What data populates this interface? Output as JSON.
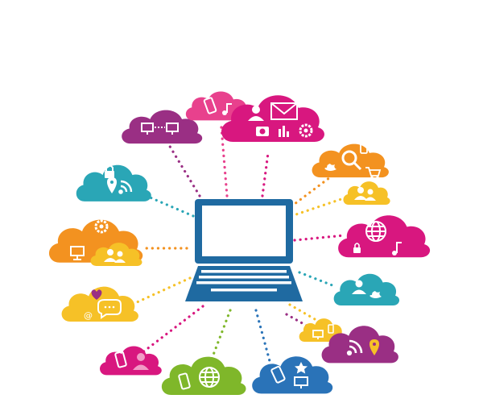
{
  "colors": {
    "background": "#ffffff",
    "laptop_body": "#1f6aa1",
    "laptop_screen": "#ffffff",
    "laptop_keys": "#ffffff",
    "icon": "#ffffff",
    "magenta": "#d8177f",
    "purple": "#9a2f84",
    "orange": "#f39220",
    "yellow": "#f6c127",
    "teal": "#2aa6b6",
    "blue": "#2a73b8",
    "green": "#7fb72a",
    "pink": "#e8418d"
  },
  "clouds": [
    {
      "name": "cloud-devices-connection",
      "color": "purple",
      "icons": [
        "monitor-icon",
        "monitor-icon"
      ]
    },
    {
      "name": "cloud-phone-music",
      "color": "pink",
      "icons": [
        "phone-icon",
        "music-icon"
      ]
    },
    {
      "name": "cloud-mail-media",
      "color": "magenta",
      "icons": [
        "user-icon",
        "mail-icon",
        "camera-icon",
        "chart-icon",
        "gear-icon"
      ]
    },
    {
      "name": "cloud-search-shopping",
      "color": "orange",
      "icons": [
        "search-icon",
        "phone-icon",
        "twitter-icon",
        "cart-icon"
      ]
    },
    {
      "name": "cloud-users-small",
      "color": "yellow",
      "icons": [
        "users-icon"
      ]
    },
    {
      "name": "cloud-location-wifi",
      "color": "teal",
      "icons": [
        "lock-icon",
        "location-icon",
        "wifi-icon"
      ]
    },
    {
      "name": "cloud-settings-monitor",
      "color": "orange",
      "icons": [
        "gear-icon",
        "monitor-icon"
      ]
    },
    {
      "name": "cloud-users-yellow",
      "color": "yellow",
      "icons": [
        "users-icon"
      ]
    },
    {
      "name": "cloud-globe-music",
      "color": "magenta",
      "icons": [
        "globe-icon",
        "lock-icon",
        "music-icon"
      ]
    },
    {
      "name": "cloud-chat",
      "color": "yellow",
      "icons": [
        "heart-icon",
        "at-icon",
        "chat-icon"
      ]
    },
    {
      "name": "cloud-twitter-user",
      "color": "teal",
      "icons": [
        "user-icon",
        "twitter-icon"
      ]
    },
    {
      "name": "cloud-monitor-small",
      "color": "yellow",
      "icons": [
        "monitor-icon",
        "phone-icon"
      ]
    },
    {
      "name": "cloud-rss-location",
      "color": "purple",
      "icons": [
        "wifi-icon",
        "location-icon"
      ]
    },
    {
      "name": "cloud-phone-user",
      "color": "magenta",
      "icons": [
        "phone-icon",
        "user-icon"
      ]
    },
    {
      "name": "cloud-phone-globe",
      "color": "green",
      "icons": [
        "phone-icon",
        "globe-icon"
      ]
    },
    {
      "name": "cloud-phone-star-tv",
      "color": "blue",
      "icons": [
        "phone-icon",
        "star-icon",
        "monitor-icon"
      ]
    }
  ]
}
